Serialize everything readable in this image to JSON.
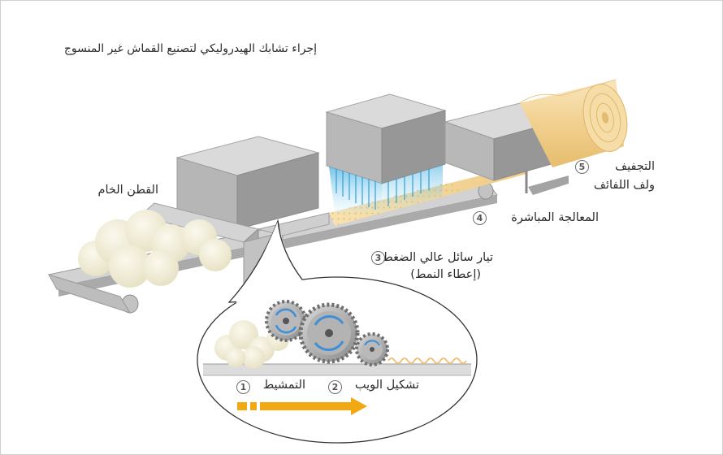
{
  "title": "إجراء تشابك الهيدروليكي لتصنيع القماش غير المنسوج",
  "labels": {
    "raw_cotton": "القطن الخام",
    "step3_line1": "تيار سائل عالي الضغط",
    "step3_line2": "(إعطاء النمط)",
    "step4": "المعالجة المباشرة",
    "step5_line1": "التجفيف",
    "step5_line2": "ولف اللفائف",
    "step1": "التمشيط",
    "step2": "تشكيل الويب"
  },
  "steps": {
    "n1": "1",
    "n2": "2",
    "n3": "3",
    "n4": "4",
    "n5": "5"
  },
  "colors": {
    "box_top": "#d7d7d7",
    "box_front": "#b2b2b2",
    "box_side": "#8f8f8f",
    "belt": "#c9c9c9",
    "fabric": "#f2d49a",
    "water": "#6fc6e8",
    "arrow": "#f2a813",
    "cotton": "#f3efd8",
    "gear": "#9c9c9c",
    "rotation_arrow": "#3d8fd6"
  }
}
